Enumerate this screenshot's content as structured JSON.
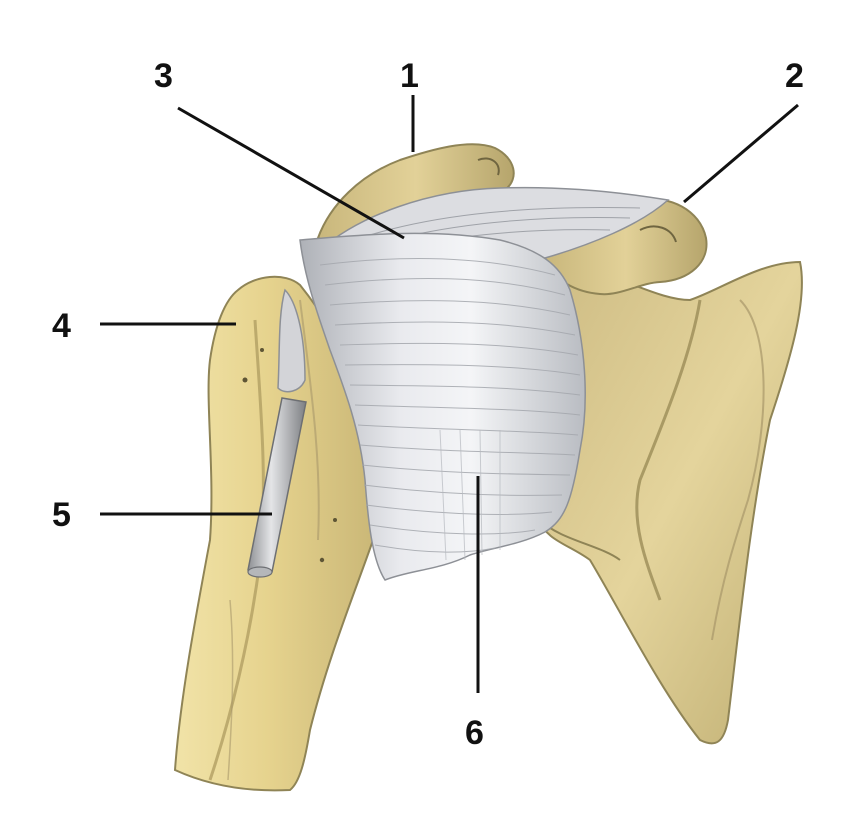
{
  "colors": {
    "background": "#ffffff",
    "bone_light": "#efe0a4",
    "bone_mid": "#d9c47e",
    "bone_dark": "#b8a468",
    "bone_shadow": "#8f8456",
    "ligament_light": "#eeeff2",
    "ligament_mid": "#c6c8cd",
    "ligament_dark": "#8d9096",
    "tendon": "#c9cacc",
    "label_ink": "#111111"
  },
  "labels": {
    "l1": "1",
    "l2": "2",
    "l3": "3",
    "l4": "4",
    "l5": "5",
    "l6": "6"
  }
}
